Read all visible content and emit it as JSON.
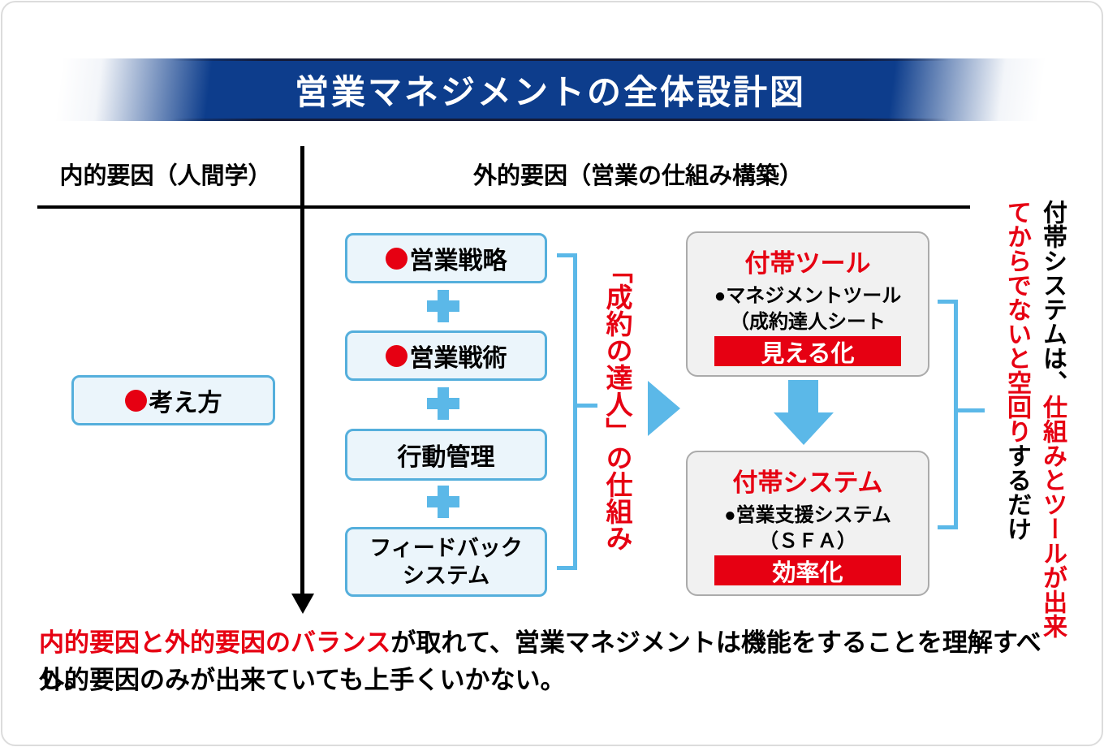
{
  "title": "営業マネジメントの全体設計図",
  "sections": {
    "internal_header": "内的要因（人間学）",
    "external_header": "外的要因（営業の仕組み構築）"
  },
  "internal": {
    "mindset_label": "考え方"
  },
  "process": {
    "steps": [
      {
        "label": "営業戦略",
        "bullet": true
      },
      {
        "label": "営業戦術",
        "bullet": true
      },
      {
        "label": "行動管理",
        "bullet": false
      },
      {
        "label": "フィードバックシステム",
        "bullet": false
      }
    ],
    "group_label": "「成約の達人」の仕組み"
  },
  "tools_box": {
    "title": "付帯ツール",
    "line1": "●マネジメントツール",
    "line2": "（成約達人シート",
    "badge": "見える化"
  },
  "system_box": {
    "title": "付帯システム",
    "line1": "●営業支援システム",
    "line2": "（ＳＦＡ）",
    "badge": "効率化"
  },
  "side_note": {
    "prefix_black": "付帯システムは、",
    "emphasis_red": "仕組みとツールが出来てからでないと空回り",
    "suffix_black": "するだけ"
  },
  "footer": {
    "line1_emphasis": "内的要因と外的要因のバランス",
    "line1_rest": "が取れて、営業マネジメントは機能をすることを理解すべし。",
    "line2": "外的要因のみが出来ていても上手くいかない。"
  },
  "colors": {
    "banner_blue": "#0D3D8C",
    "accent_sky_blue": "#5BB8E8",
    "box_border_blue": "#55AFDC",
    "box_fill_blue": "#EBF5FB",
    "emphasis_red": "#E60012",
    "gray_box_border": "#ABABAB",
    "gray_box_fill": "#F1F1F1"
  }
}
